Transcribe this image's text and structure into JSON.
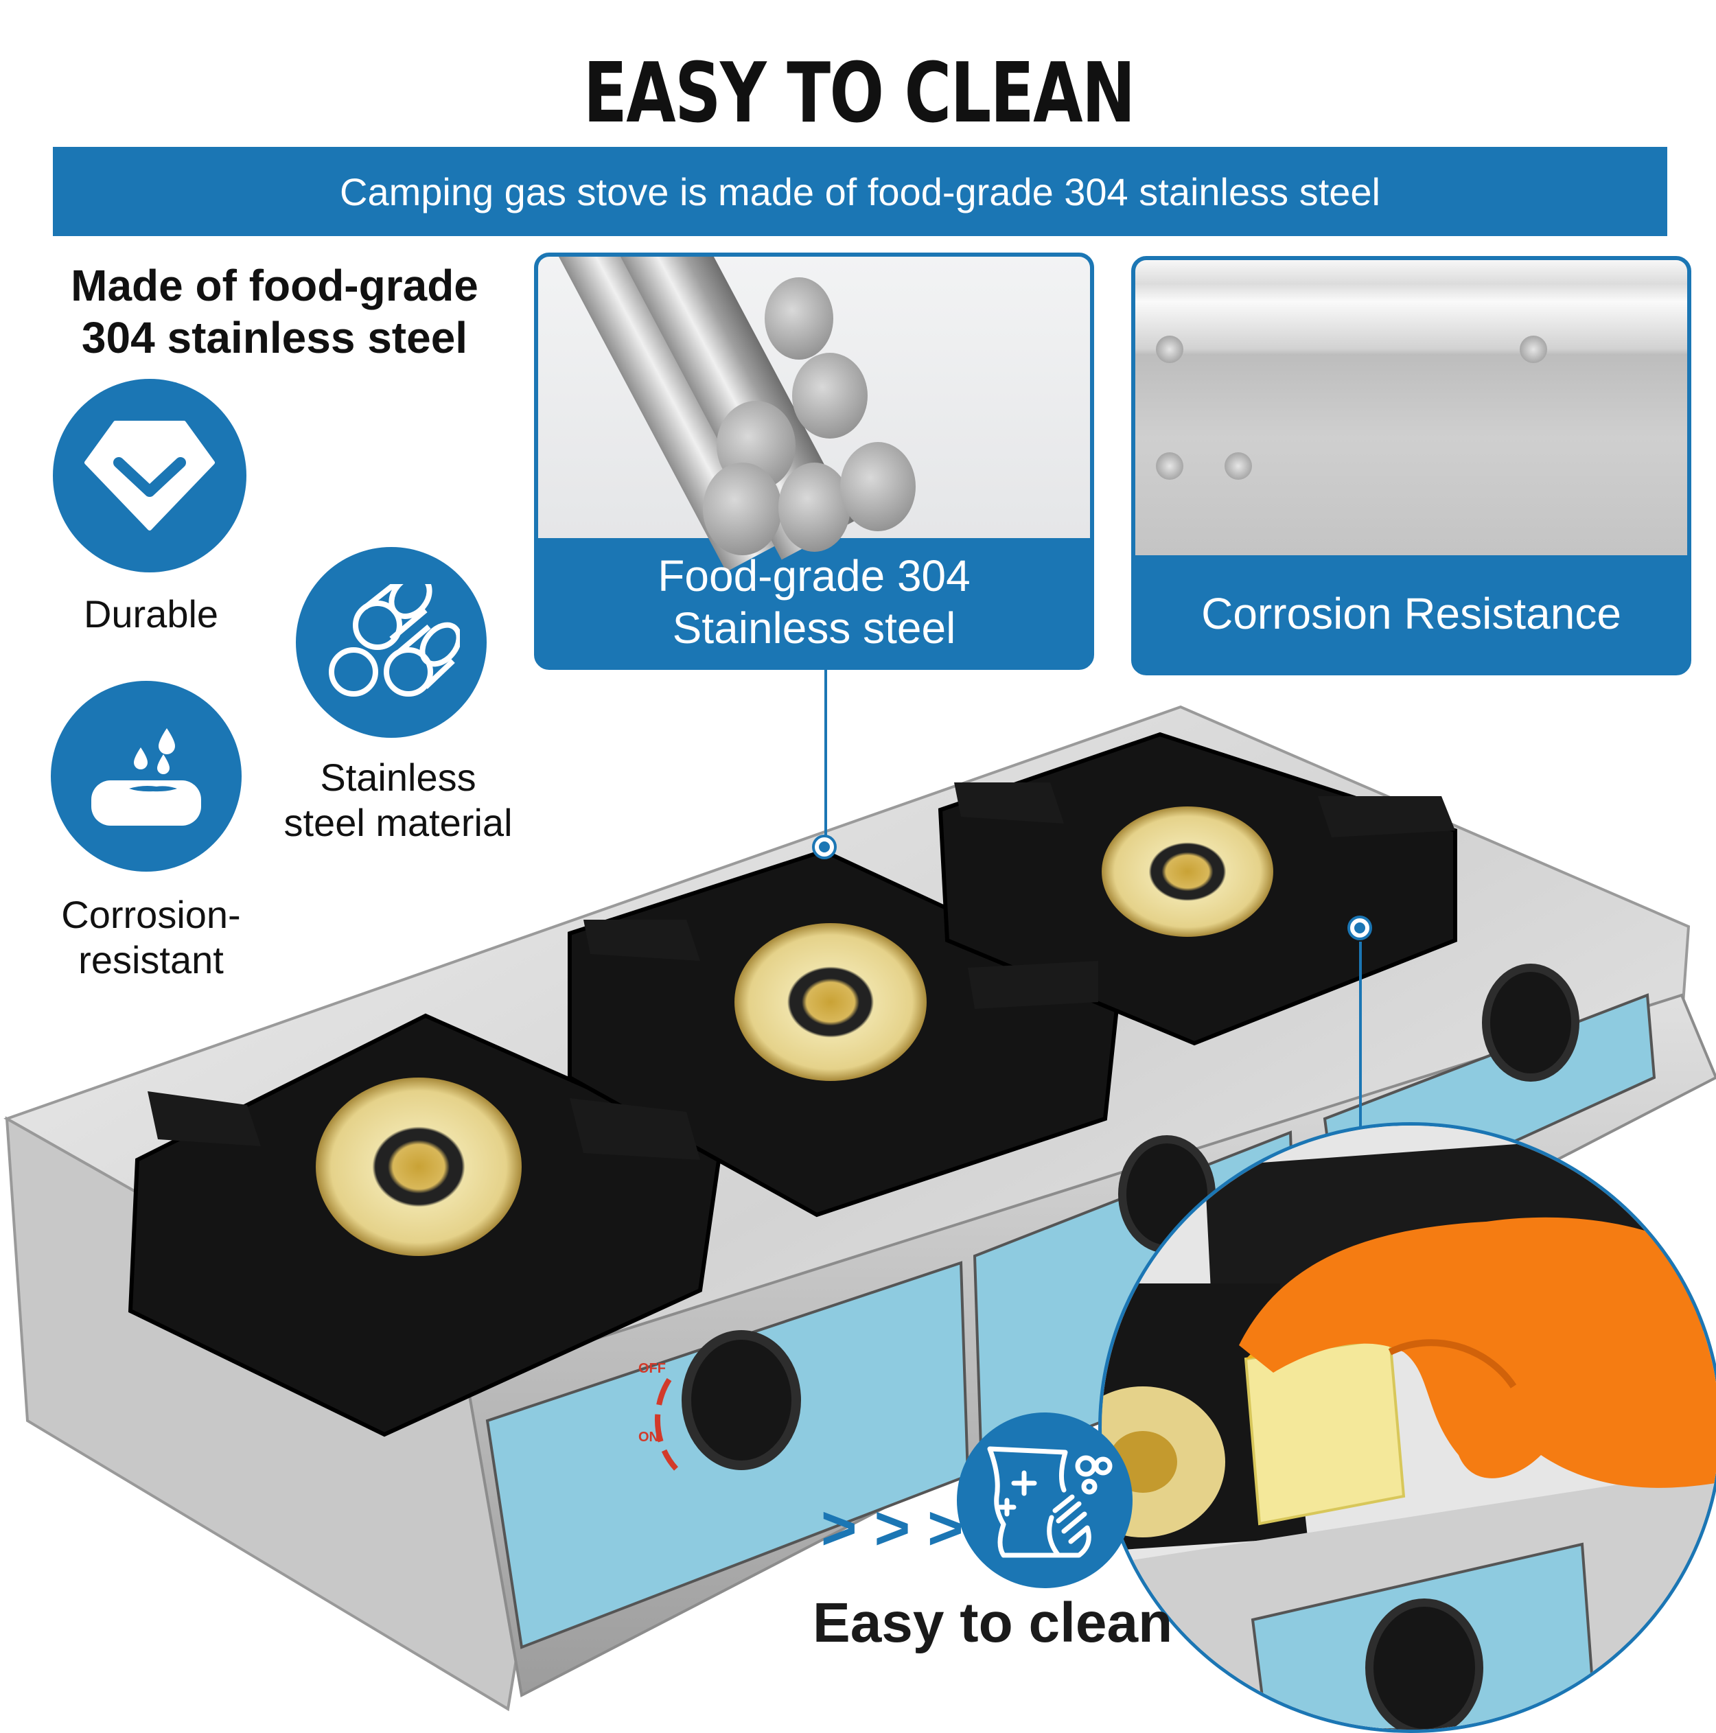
{
  "header": {
    "title": "EASY TO CLEAN",
    "banner_text": "Camping gas stove is made of food-grade 304 stainless steel"
  },
  "features": {
    "heading_line1": "Made of food-grade",
    "heading_line2": "304 stainless steel",
    "items": [
      {
        "label_line1": "Durable",
        "label_line2": "",
        "icon": "diamond-check-icon"
      },
      {
        "label_line1": "Stainless",
        "label_line2": "steel material",
        "icon": "steel-rods-icon"
      },
      {
        "label_line1": "Corrosion-",
        "label_line2": "resistant",
        "icon": "water-drops-bar-icon"
      }
    ]
  },
  "panels": [
    {
      "caption_line1": "Food-grade 304",
      "caption_line2": "Stainless steel",
      "image": "stainless-steel-rods"
    },
    {
      "caption_line1": "Corrosion Resistance",
      "caption_line2": "",
      "image": "stainless-panel-with-screws"
    }
  ],
  "stove": {
    "burner_count": 3,
    "knob_labels": {
      "off": "OFF",
      "on": "ON"
    }
  },
  "cleaning": {
    "arrows": "> > >",
    "label": "Easy to clean",
    "icon": "wipe-hand-sparkle-icon"
  },
  "colors": {
    "brand_blue": "#1b76b4",
    "plate_blue": "#8ecbe0",
    "text_dark": "#111111"
  }
}
